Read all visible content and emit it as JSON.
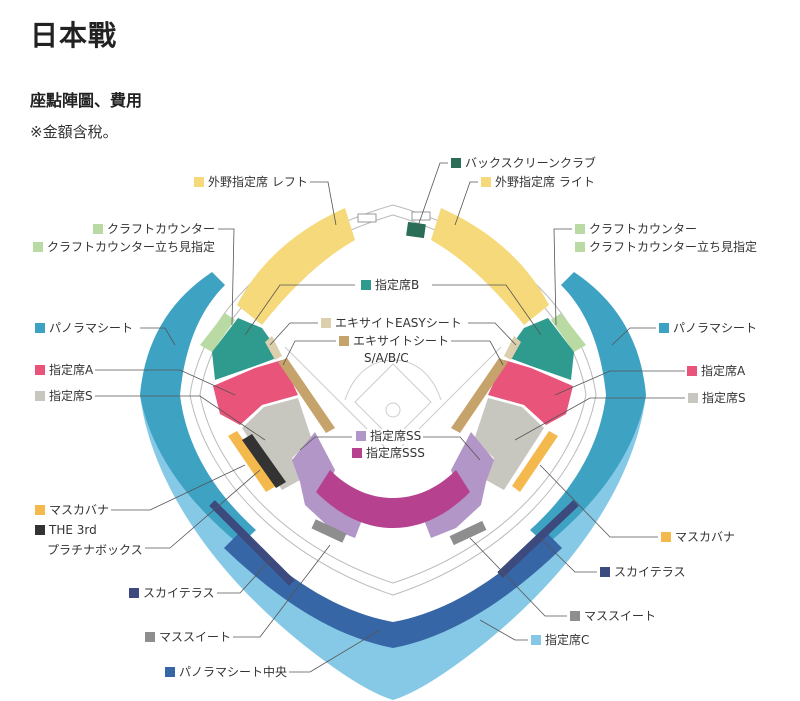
{
  "header": {
    "title": "日本戰",
    "subtitle": "座點陣圖、費用",
    "note": "※金額含稅。"
  },
  "colors": {
    "outfield": "#f5d97a",
    "backscreen": "#2b6e57",
    "craft": "#b9dba3",
    "reserved_b": "#2f9b8f",
    "reserved_a": "#e9547b",
    "reserved_s": "#c8c7bf",
    "reserved_ss": "#b196c7",
    "reserved_sss": "#b5418f",
    "excite_easy": "#dccfae",
    "excite": "#c6a36a",
    "panorama": "#3ea2c3",
    "panorama_center": "#3766a7",
    "reserved_c": "#86c9e6",
    "masukapana": "#f4b94c",
    "the3rd": "#333333",
    "sky_terrace": "#3c4a7e",
    "mass_suite": "#8e8e8e"
  },
  "labels": {
    "backscreen": "バックスクリーンクラブ",
    "outfield_right": "外野指定席 ライト",
    "outfield_left": "外野指定席 レフト",
    "craft_left": "クラフトカウンター",
    "craft_standing_left": "クラフトカウンター立ち見指定",
    "craft_right": "クラフトカウンター",
    "craft_standing_right": "クラフトカウンター立ち見指定",
    "reserved_b": "指定席B",
    "excite_easy": "エキサイトEASYシート",
    "excite": "エキサイトシート",
    "excite_sub": "S/A/B/C",
    "panorama_left": "パノラマシート",
    "panorama_right": "パノラマシート",
    "reserved_a_left": "指定席A",
    "reserved_a_right": "指定席A",
    "reserved_s_left": "指定席S",
    "reserved_s_right": "指定席S",
    "reserved_ss": "指定席SS",
    "reserved_sss": "指定席SSS",
    "masukapana_left": "マスカバナ",
    "masukapana_right": "マスカバナ",
    "the3rd_line1": "THE 3rd",
    "the3rd_line2": "プラチナボックス",
    "sky_terrace_left": "スカイテラス",
    "sky_terrace_right": "スカイテラス",
    "mass_suite_left": "マススイート",
    "mass_suite_right": "マススイート",
    "reserved_c": "指定席C",
    "panorama_center": "パノラマシート中央"
  }
}
